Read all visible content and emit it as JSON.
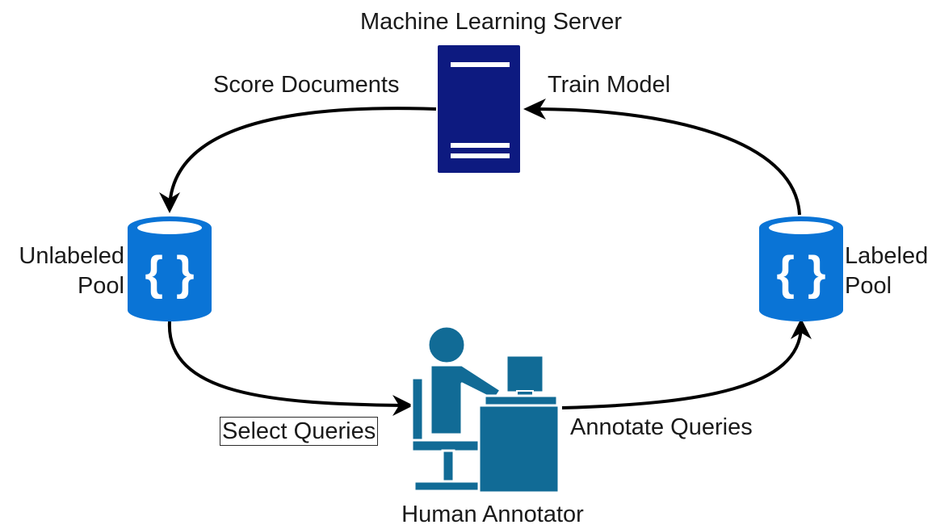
{
  "diagram": {
    "server": {
      "label": "Machine Learning Server",
      "color": "#0d1a80",
      "icon": "server-icon"
    },
    "unlabeled_pool": {
      "line1": "Unlabeled",
      "line2": "Pool",
      "color": "#0a74d6",
      "icon": "database-json-icon"
    },
    "labeled_pool": {
      "line1": "Labeled",
      "line2": "Pool",
      "color": "#0a74d6",
      "icon": "database-json-icon"
    },
    "annotator": {
      "label": "Human Annotator",
      "color": "#116b96",
      "icon": "person-at-computer-icon"
    },
    "edges": {
      "score_documents": "Score Documents",
      "train_model": "Train Model",
      "select_queries": "Select Queries",
      "annotate_queries": "Annotate Queries"
    }
  }
}
